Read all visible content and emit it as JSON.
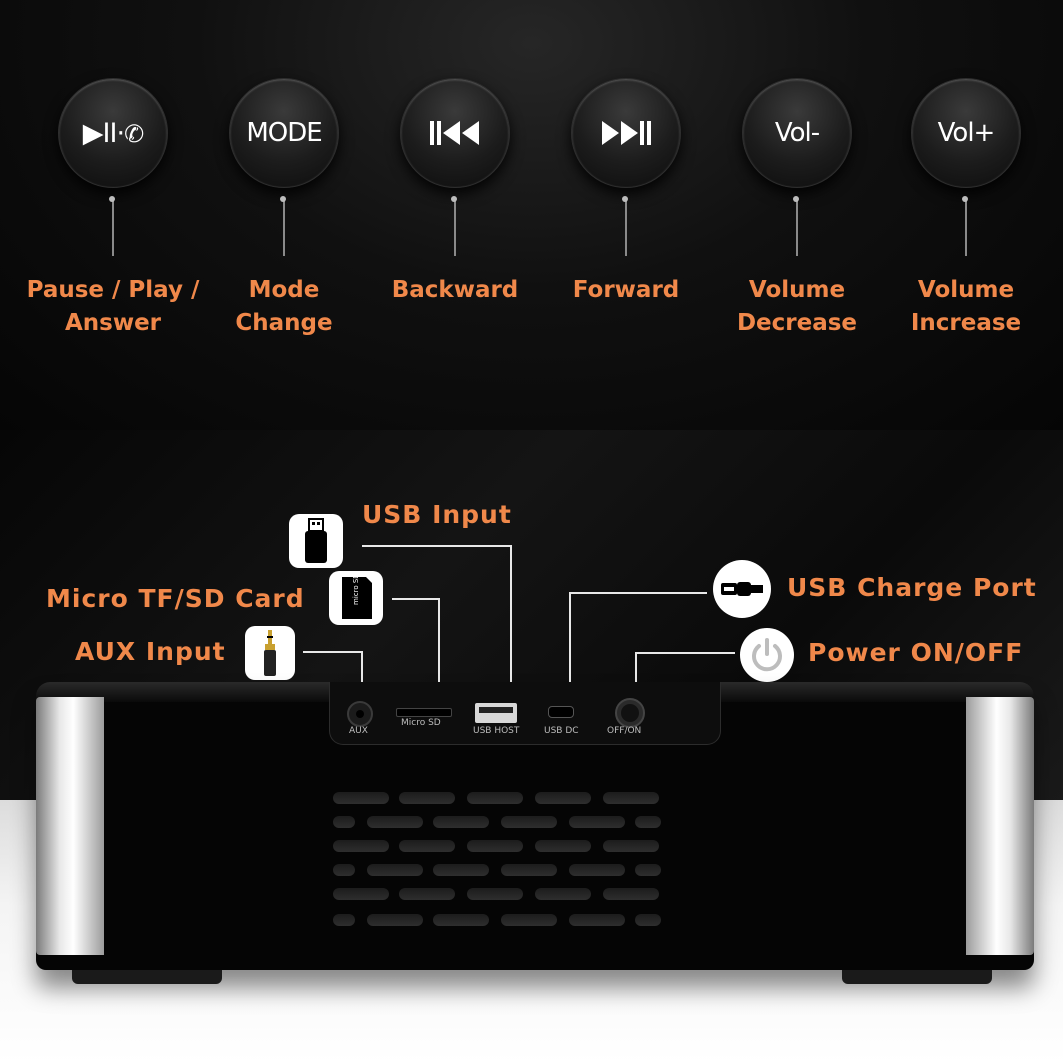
{
  "buttons": [
    {
      "id": "play-pause-call",
      "icon": "play-pause-phone-icon",
      "glyph": "▶II·",
      "label_line1": "Pause / Play /",
      "label_line2": "Answer"
    },
    {
      "id": "mode",
      "icon": "mode-text-icon",
      "glyph": "MODE",
      "label_line1": "Mode",
      "label_line2": "Change"
    },
    {
      "id": "backward",
      "icon": "previous-track-icon",
      "glyph": "I◀◀",
      "label_line1": "Backward",
      "label_line2": ""
    },
    {
      "id": "forward",
      "icon": "next-track-icon",
      "glyph": "▶▶I",
      "label_line1": "Forward",
      "label_line2": ""
    },
    {
      "id": "vol-down",
      "icon": "volume-down-text-icon",
      "glyph": "Vol-",
      "label_line1": "Volume",
      "label_line2": "Decrease"
    },
    {
      "id": "vol-up",
      "icon": "volume-up-text-icon",
      "glyph": "Vol+",
      "label_line1": "Volume",
      "label_line2": "Increase"
    }
  ],
  "annotations": {
    "usb_input": "USB Input",
    "micro_sd": "Micro TF/SD Card",
    "aux_input": "AUX Input",
    "usb_charge": "USB Charge Port",
    "power": "Power ON/OFF"
  },
  "ports": {
    "aux": "AUX",
    "micro_sd": "Micro SD",
    "usb_host": "USB HOST",
    "usb_dc": "USB DC",
    "off_on": "OFF/ON"
  },
  "sd_card_text": "micro SD",
  "colors": {
    "accent": "#f0884a",
    "background": "#000000",
    "floor": "#ffffff"
  }
}
